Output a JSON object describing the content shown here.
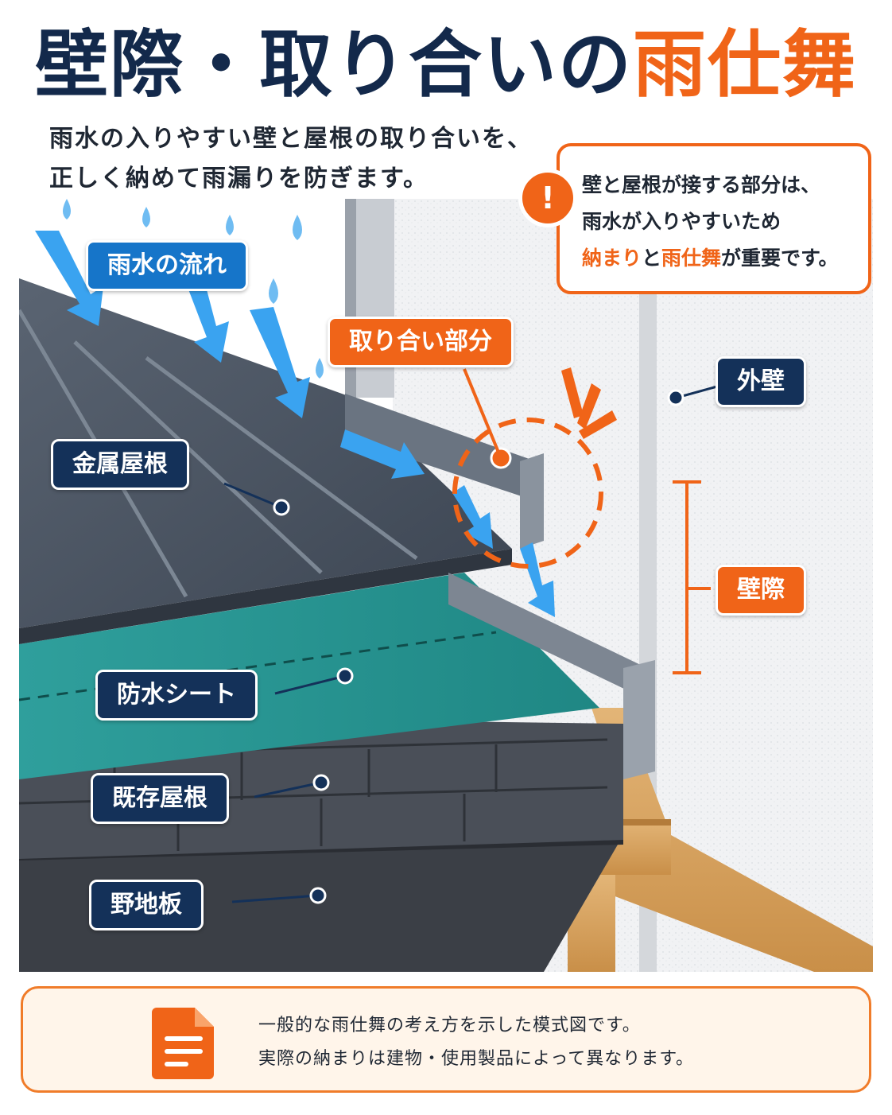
{
  "title": {
    "main": "壁際・取り合いの",
    "accent": "雨仕舞"
  },
  "subtitle": {
    "line1": "雨水の入りやすい壁と屋根の取り合いを、",
    "line2": "正しく納めて雨漏りを防ぎます。"
  },
  "callout": {
    "line1": "壁と屋根が接する部分は、",
    "line2": "雨水が入りやすいため",
    "line3_hl1": "納まり",
    "line3_mid": "と",
    "line3_hl2": "雨仕舞",
    "line3_end": "が重要です。"
  },
  "labels": {
    "rain_flow": "雨水の流れ",
    "junction": "取り合い部分",
    "exterior_wall": "外壁",
    "wall_edge": "壁際",
    "metal_roof": "金属屋根",
    "waterproof_sheet": "防水シート",
    "existing_roof": "既存屋根",
    "sheathing": "野地板"
  },
  "footer": {
    "line1": "一般的な雨仕舞の考え方を示した模式図です。",
    "line2": "実際の納まりは建物・使用製品によって異なります。"
  },
  "icons": {
    "warning": "exclamation-icon",
    "note": "document-icon"
  },
  "colors": {
    "navy": "#143159",
    "orange": "#f06418",
    "rain_blue": "#3aa3f0",
    "sheet_teal": "#2a9d9a",
    "metal": "#4a5563",
    "wood": "#d9a865"
  }
}
